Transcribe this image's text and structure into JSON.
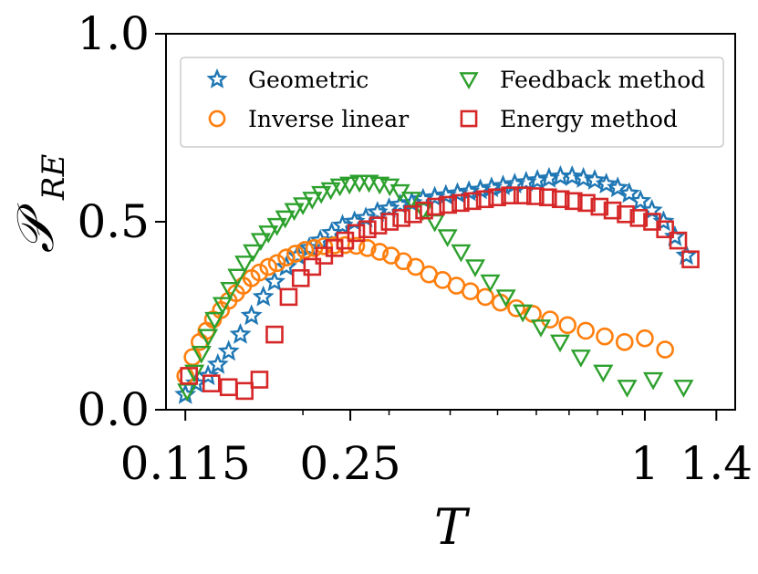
{
  "chart_data": {
    "type": "scatter",
    "xlabel": "T",
    "ylabel": "𝒫",
    "ylabel_subscript": "RE",
    "xscale": "log",
    "xlim": [
      0.105,
      1.53
    ],
    "ylim": [
      0.0,
      1.0
    ],
    "x_ticks": [
      {
        "value": 0.115,
        "label": "0.115"
      },
      {
        "value": 0.25,
        "label": "0.25"
      },
      {
        "value": 1,
        "label": "1"
      },
      {
        "value": 1.4,
        "label": "1.4"
      }
    ],
    "y_ticks": [
      {
        "value": 0.0,
        "label": "0.0"
      },
      {
        "value": 0.5,
        "label": "0.5"
      },
      {
        "value": 1.0,
        "label": "1.0"
      }
    ],
    "grid": false,
    "legend_position": "top",
    "series": [
      {
        "name": "Geometric",
        "marker": "star",
        "color": "#1f77b4",
        "points": [
          [
            0.115,
            0.04
          ],
          [
            0.121,
            0.07
          ],
          [
            0.128,
            0.09
          ],
          [
            0.134,
            0.12
          ],
          [
            0.141,
            0.155
          ],
          [
            0.149,
            0.2
          ],
          [
            0.157,
            0.25
          ],
          [
            0.166,
            0.3
          ],
          [
            0.175,
            0.34
          ],
          [
            0.185,
            0.38
          ],
          [
            0.195,
            0.41
          ],
          [
            0.206,
            0.43
          ],
          [
            0.217,
            0.45
          ],
          [
            0.229,
            0.47
          ],
          [
            0.241,
            0.49
          ],
          [
            0.255,
            0.5
          ],
          [
            0.269,
            0.51
          ],
          [
            0.284,
            0.525
          ],
          [
            0.3,
            0.535
          ],
          [
            0.316,
            0.545
          ],
          [
            0.334,
            0.55
          ],
          [
            0.352,
            0.56
          ],
          [
            0.372,
            0.565
          ],
          [
            0.392,
            0.57
          ],
          [
            0.414,
            0.575
          ],
          [
            0.437,
            0.58
          ],
          [
            0.461,
            0.585
          ],
          [
            0.486,
            0.59
          ],
          [
            0.513,
            0.595
          ],
          [
            0.542,
            0.6
          ],
          [
            0.572,
            0.605
          ],
          [
            0.603,
            0.61
          ],
          [
            0.637,
            0.615
          ],
          [
            0.672,
            0.62
          ],
          [
            0.71,
            0.62
          ],
          [
            0.749,
            0.615
          ],
          [
            0.79,
            0.61
          ],
          [
            0.834,
            0.6
          ],
          [
            0.88,
            0.59
          ],
          [
            0.929,
            0.575
          ],
          [
            0.98,
            0.555
          ],
          [
            1.034,
            0.53
          ],
          [
            1.092,
            0.5
          ],
          [
            1.152,
            0.46
          ],
          [
            1.216,
            0.41
          ]
        ]
      },
      {
        "name": "Inverse linear",
        "marker": "circle",
        "color": "#ff7f0e",
        "points": [
          [
            0.115,
            0.09
          ],
          [
            0.119,
            0.14
          ],
          [
            0.123,
            0.18
          ],
          [
            0.127,
            0.21
          ],
          [
            0.131,
            0.24
          ],
          [
            0.136,
            0.265
          ],
          [
            0.141,
            0.29
          ],
          [
            0.146,
            0.31
          ],
          [
            0.151,
            0.33
          ],
          [
            0.157,
            0.35
          ],
          [
            0.163,
            0.365
          ],
          [
            0.17,
            0.38
          ],
          [
            0.177,
            0.39
          ],
          [
            0.185,
            0.405
          ],
          [
            0.193,
            0.415
          ],
          [
            0.202,
            0.425
          ],
          [
            0.211,
            0.43
          ],
          [
            0.221,
            0.435
          ],
          [
            0.232,
            0.437
          ],
          [
            0.244,
            0.438
          ],
          [
            0.257,
            0.436
          ],
          [
            0.271,
            0.43
          ],
          [
            0.287,
            0.42
          ],
          [
            0.303,
            0.41
          ],
          [
            0.321,
            0.395
          ],
          [
            0.34,
            0.38
          ],
          [
            0.362,
            0.36
          ],
          [
            0.386,
            0.345
          ],
          [
            0.412,
            0.33
          ],
          [
            0.44,
            0.315
          ],
          [
            0.472,
            0.3
          ],
          [
            0.507,
            0.285
          ],
          [
            0.546,
            0.27
          ],
          [
            0.59,
            0.255
          ],
          [
            0.64,
            0.24
          ],
          [
            0.695,
            0.225
          ],
          [
            0.757,
            0.21
          ],
          [
            0.828,
            0.195
          ],
          [
            0.909,
            0.18
          ],
          [
            1.0,
            0.19
          ],
          [
            1.1,
            0.16
          ]
        ]
      },
      {
        "name": "Feedback method",
        "marker": "triangle-down",
        "color": "#2ca02c",
        "points": [
          [
            0.116,
            0.05
          ],
          [
            0.12,
            0.1
          ],
          [
            0.124,
            0.15
          ],
          [
            0.128,
            0.195
          ],
          [
            0.132,
            0.24
          ],
          [
            0.137,
            0.28
          ],
          [
            0.142,
            0.32
          ],
          [
            0.147,
            0.355
          ],
          [
            0.152,
            0.39
          ],
          [
            0.158,
            0.42
          ],
          [
            0.164,
            0.45
          ],
          [
            0.17,
            0.47
          ],
          [
            0.177,
            0.49
          ],
          [
            0.184,
            0.51
          ],
          [
            0.192,
            0.53
          ],
          [
            0.2,
            0.545
          ],
          [
            0.209,
            0.56
          ],
          [
            0.218,
            0.575
          ],
          [
            0.228,
            0.585
          ],
          [
            0.238,
            0.595
          ],
          [
            0.249,
            0.6
          ],
          [
            0.261,
            0.605
          ],
          [
            0.273,
            0.605
          ],
          [
            0.287,
            0.6
          ],
          [
            0.301,
            0.595
          ],
          [
            0.316,
            0.58
          ],
          [
            0.333,
            0.56
          ],
          [
            0.352,
            0.53
          ],
          [
            0.372,
            0.5
          ],
          [
            0.395,
            0.46
          ],
          [
            0.421,
            0.42
          ],
          [
            0.45,
            0.38
          ],
          [
            0.483,
            0.34
          ],
          [
            0.52,
            0.3
          ],
          [
            0.563,
            0.26
          ],
          [
            0.613,
            0.22
          ],
          [
            0.671,
            0.18
          ],
          [
            0.74,
            0.14
          ],
          [
            0.822,
            0.1
          ],
          [
            0.92,
            0.06
          ],
          [
            1.04,
            0.08
          ],
          [
            1.2,
            0.06
          ]
        ]
      },
      {
        "name": "Energy method",
        "marker": "square",
        "color": "#d62728",
        "points": [
          [
            0.117,
            0.09
          ],
          [
            0.13,
            0.07
          ],
          [
            0.141,
            0.06
          ],
          [
            0.152,
            0.05
          ],
          [
            0.163,
            0.08
          ],
          [
            0.175,
            0.2
          ],
          [
            0.187,
            0.3
          ],
          [
            0.198,
            0.35
          ],
          [
            0.209,
            0.38
          ],
          [
            0.221,
            0.41
          ],
          [
            0.232,
            0.43
          ],
          [
            0.244,
            0.45
          ],
          [
            0.257,
            0.47
          ],
          [
            0.271,
            0.48
          ],
          [
            0.285,
            0.49
          ],
          [
            0.301,
            0.5
          ],
          [
            0.318,
            0.51
          ],
          [
            0.336,
            0.52
          ],
          [
            0.354,
            0.53
          ],
          [
            0.374,
            0.54
          ],
          [
            0.396,
            0.545
          ],
          [
            0.42,
            0.55
          ],
          [
            0.444,
            0.555
          ],
          [
            0.471,
            0.56
          ],
          [
            0.499,
            0.565
          ],
          [
            0.53,
            0.57
          ],
          [
            0.562,
            0.57
          ],
          [
            0.597,
            0.568
          ],
          [
            0.634,
            0.565
          ],
          [
            0.673,
            0.56
          ],
          [
            0.715,
            0.555
          ],
          [
            0.76,
            0.55
          ],
          [
            0.808,
            0.54
          ],
          [
            0.859,
            0.53
          ],
          [
            0.914,
            0.52
          ],
          [
            0.972,
            0.51
          ],
          [
            1.035,
            0.5
          ],
          [
            1.1,
            0.48
          ],
          [
            1.17,
            0.45
          ],
          [
            1.24,
            0.4
          ]
        ]
      }
    ]
  }
}
